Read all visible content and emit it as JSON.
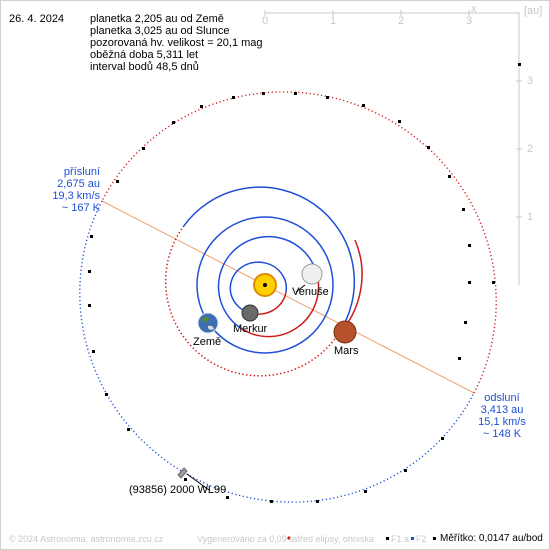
{
  "date": "26. 4. 2024",
  "info_lines": [
    "planetka 2,205 au od Země",
    "planetka 3,025 au od Slunce",
    "pozorovaná hv. velikost = 20,1 mag",
    "oběžná doba 5,311 let",
    "interval bodů 48,5 dnů"
  ],
  "axis": {
    "x_label": "x",
    "unit_label": "[au]",
    "x_ticks": [
      "0",
      "1",
      "2",
      "3"
    ],
    "y_ticks": [
      "3",
      "2",
      "1"
    ]
  },
  "perihelion": {
    "title": "přísluní",
    "distance": "2,675 au",
    "speed": "19,3 km/s",
    "temp": "~ 167 K"
  },
  "aphelion": {
    "title": "odsluní",
    "distance": "3,413 au",
    "speed": "15,1 km/s",
    "temp": "~ 148 K"
  },
  "planets": {
    "venus": "Venuše",
    "mercury": "Merkur",
    "earth": "Země",
    "mars": "Mars"
  },
  "asteroid_name": "(93856) 2000 WL99",
  "footer": {
    "copyright": "© 2024 Astronomia, astronomia.zcu.cz",
    "generated": "Vygenerováno za 0,09 s",
    "legend_center": "střed elipsy, ohniska",
    "legend_f1": "F1 a",
    "legend_f2": "F2",
    "scale": "Měřítko: 0,0147 au/bod"
  },
  "colors": {
    "orbit_blue": "#1f4fd8",
    "orbit_red": "#cc1a1a",
    "apsides_line": "#f0a070",
    "axis_grey": "#c8c8c8"
  }
}
